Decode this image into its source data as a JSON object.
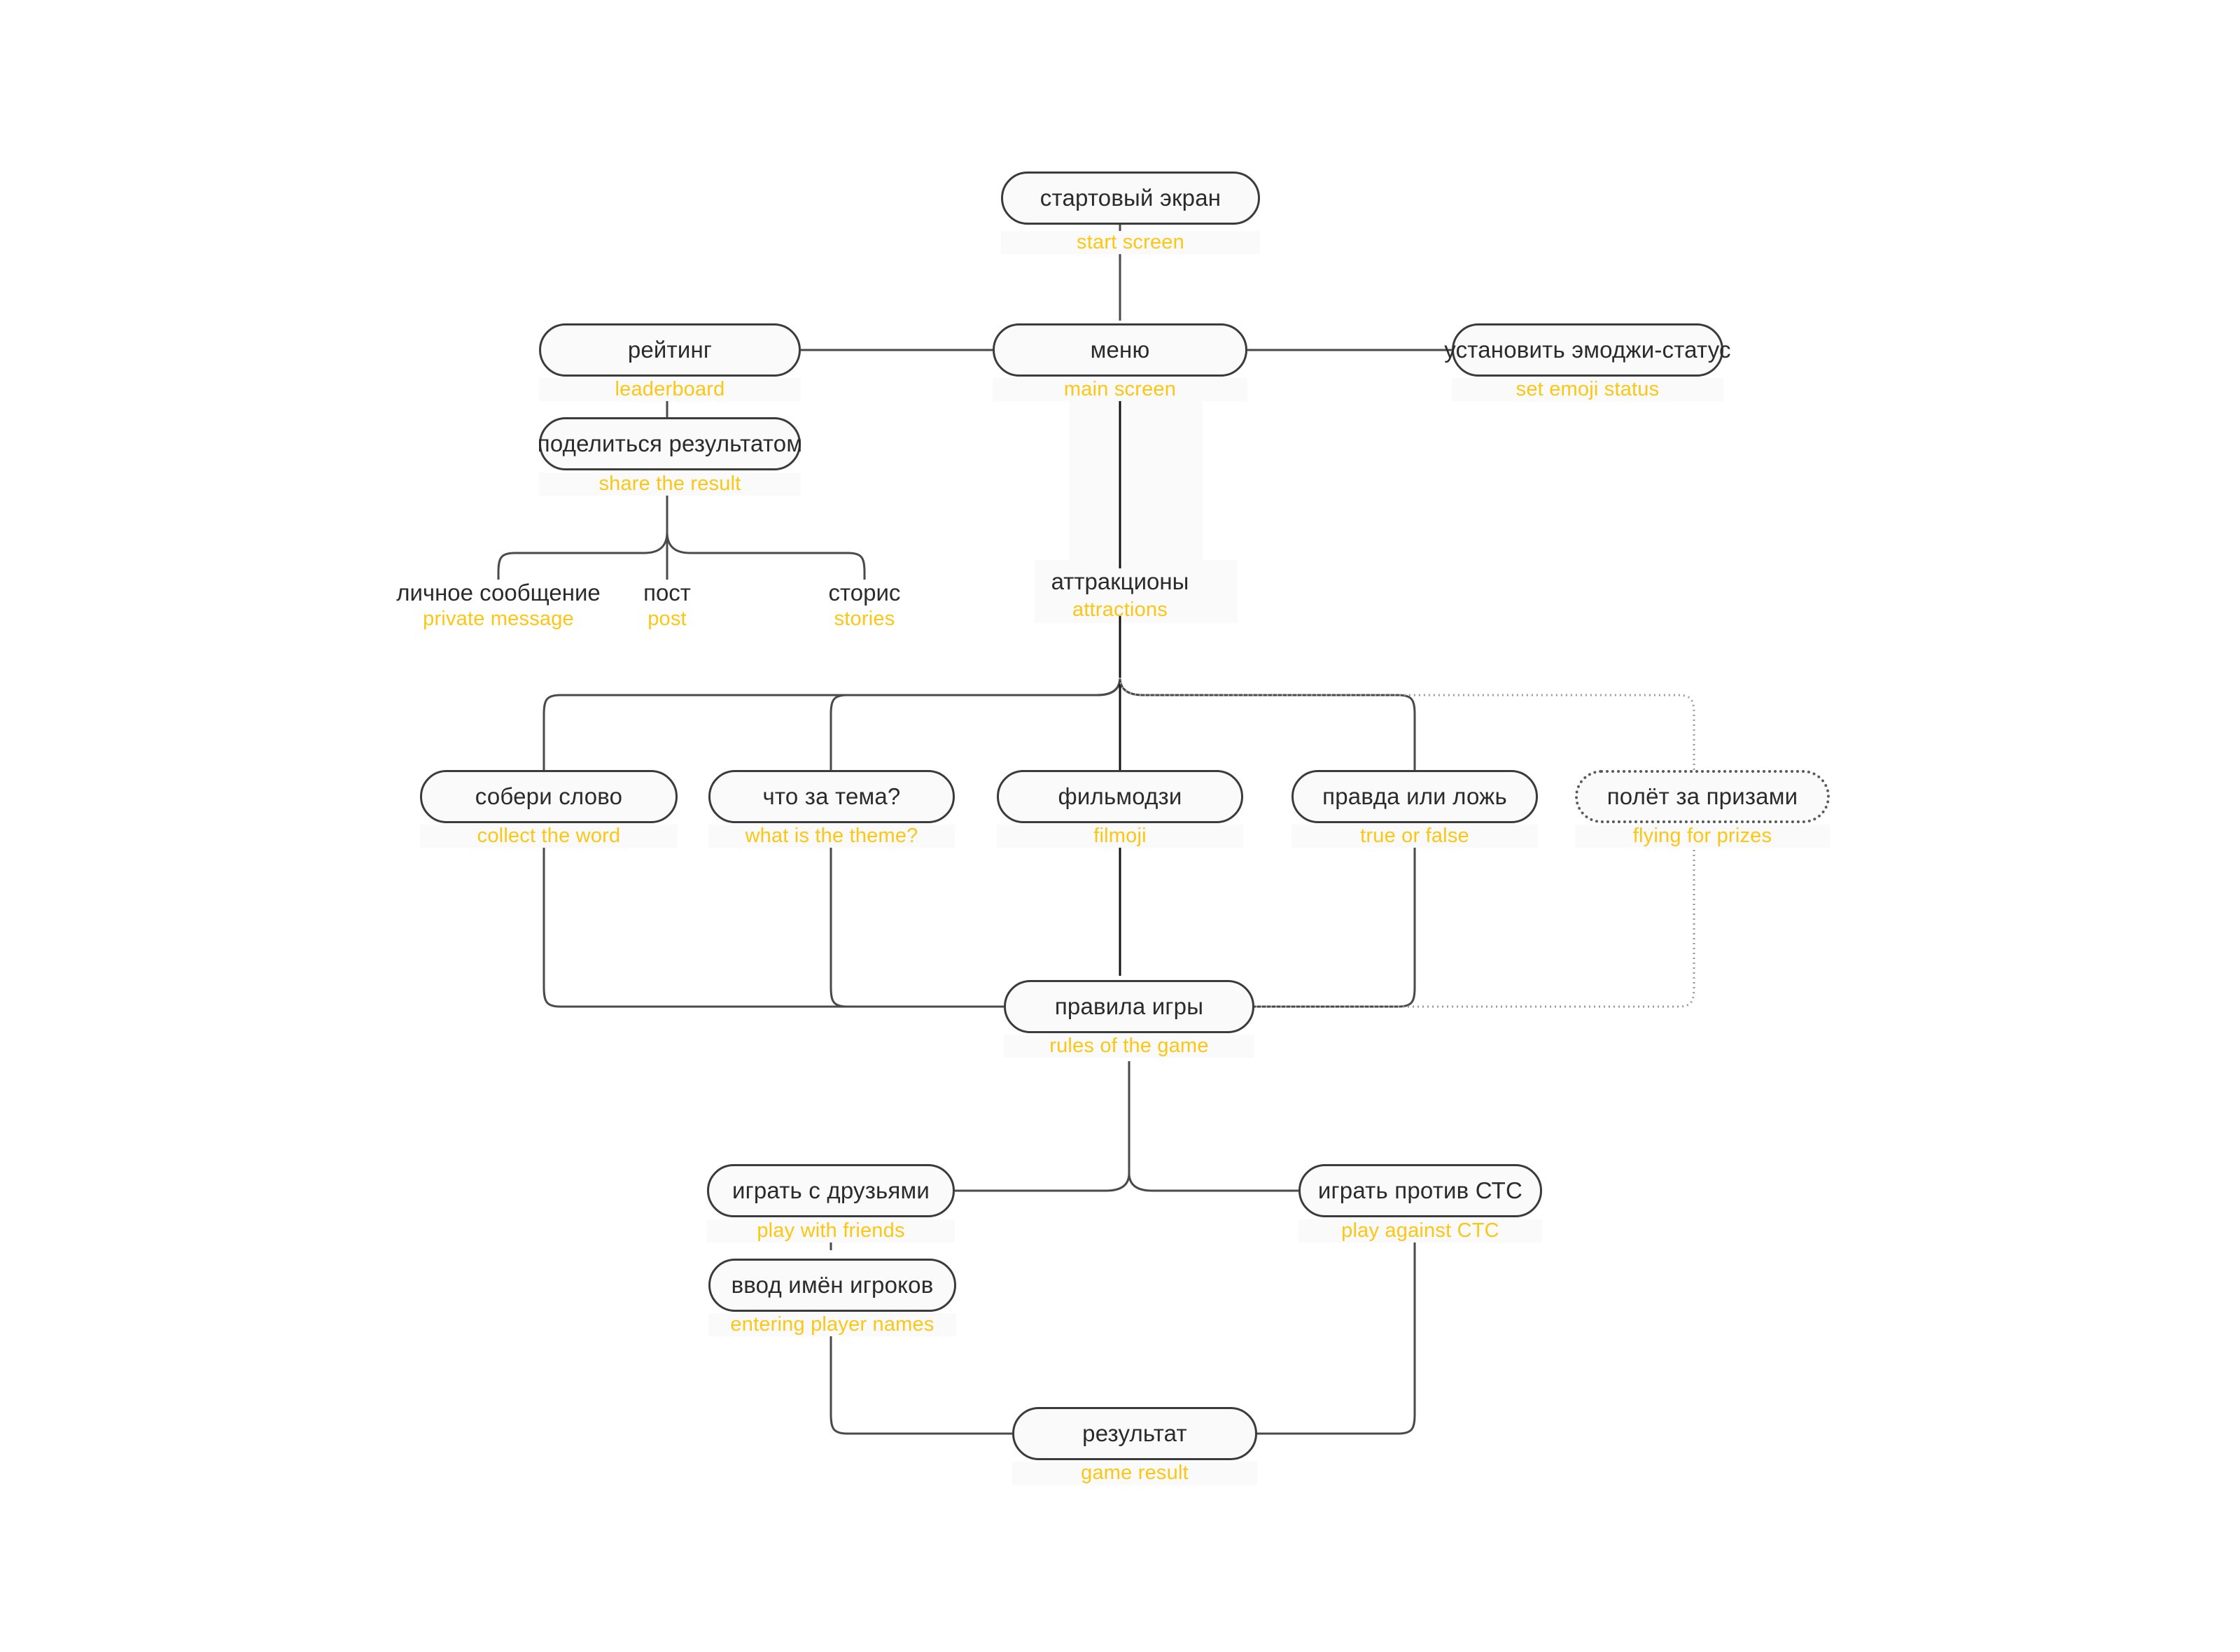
{
  "diagram": {
    "title": "app flow diagram",
    "accent_color": "#fdc614",
    "node_fill": "#fafafa",
    "node_border": "#3b3b3b",
    "background": "#ffffff"
  },
  "nodes": {
    "start_screen": {
      "ru": "стартовый экран",
      "en": "start screen"
    },
    "leaderboard": {
      "ru": "рейтинг",
      "en": "leaderboard"
    },
    "main_screen": {
      "ru": "меню",
      "en": "main screen"
    },
    "emoji_status": {
      "ru": "установить эмоджи-статус",
      "en": "set emoji status"
    },
    "share_result": {
      "ru": "поделиться результатом",
      "en": "share the result"
    },
    "private_message": {
      "ru": "личное сообщение",
      "en": "private message"
    },
    "post": {
      "ru": "пост",
      "en": "post"
    },
    "stories": {
      "ru": "сторис",
      "en": "stories"
    },
    "attractions": {
      "ru": "аттракционы",
      "en": "attractions"
    },
    "collect_word": {
      "ru": "собери слово",
      "en": "collect the word"
    },
    "what_theme": {
      "ru": "что за тема?",
      "en": "what is the theme?"
    },
    "filmoji": {
      "ru": "фильмодзи",
      "en": "filmoji"
    },
    "true_false": {
      "ru": "правда или ложь",
      "en": "true or false"
    },
    "flying_prizes": {
      "ru": "полёт за призами",
      "en": "flying for prizes"
    },
    "rules": {
      "ru": "правила игры",
      "en": "rules of the game"
    },
    "play_friends": {
      "ru": "играть с друзьями",
      "en": "play with friends"
    },
    "play_ctc": {
      "ru": "играть против СТС",
      "en": "play against CTC"
    },
    "player_names": {
      "ru": "ввод имён игроков",
      "en": "entering player names"
    },
    "game_result": {
      "ru": "результат",
      "en": "game result"
    }
  }
}
